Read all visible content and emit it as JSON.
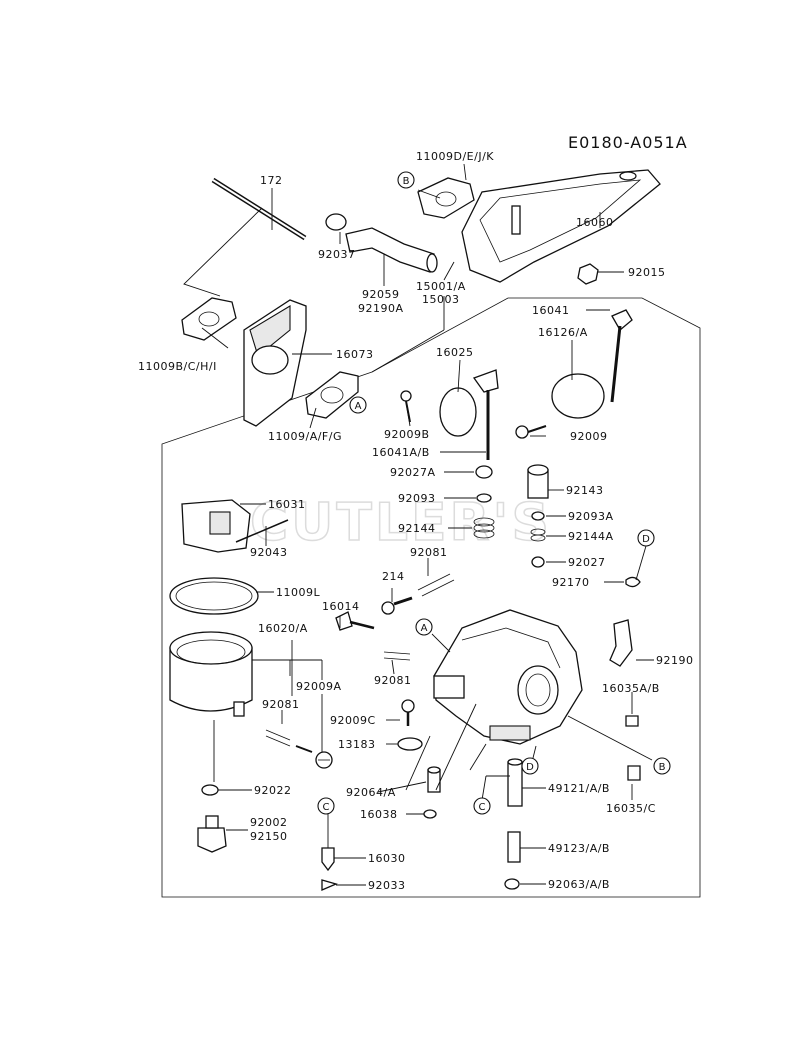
{
  "diagram_code": "E0180-A051A",
  "watermark": "CUTLER'S",
  "parts": [
    "172",
    "11009D/E/J/K",
    "16060",
    "92037",
    "92059",
    "92190A",
    "15001/A",
    "15003",
    "92015",
    "11009B/C/H/I",
    "16073",
    "11009/A/F/G",
    "16041",
    "16126/A",
    "16025",
    "92009B",
    "92009",
    "16041A/B",
    "92027A",
    "92143",
    "92093",
    "92093A",
    "92144",
    "92144A",
    "16031",
    "92043",
    "92081",
    "92027",
    "214",
    "92170",
    "11009L",
    "16014",
    "16020/A",
    "92190",
    "92081",
    "16035A/B",
    "92081",
    "92009A",
    "92009C",
    "13183",
    "16035/C",
    "92022",
    "92064/A",
    "49121/A/B",
    "16038",
    "92002",
    "92150",
    "49123/A/B",
    "16030",
    "92033",
    "92063/A/B"
  ],
  "callouts": [
    "A",
    "B",
    "C",
    "D"
  ]
}
